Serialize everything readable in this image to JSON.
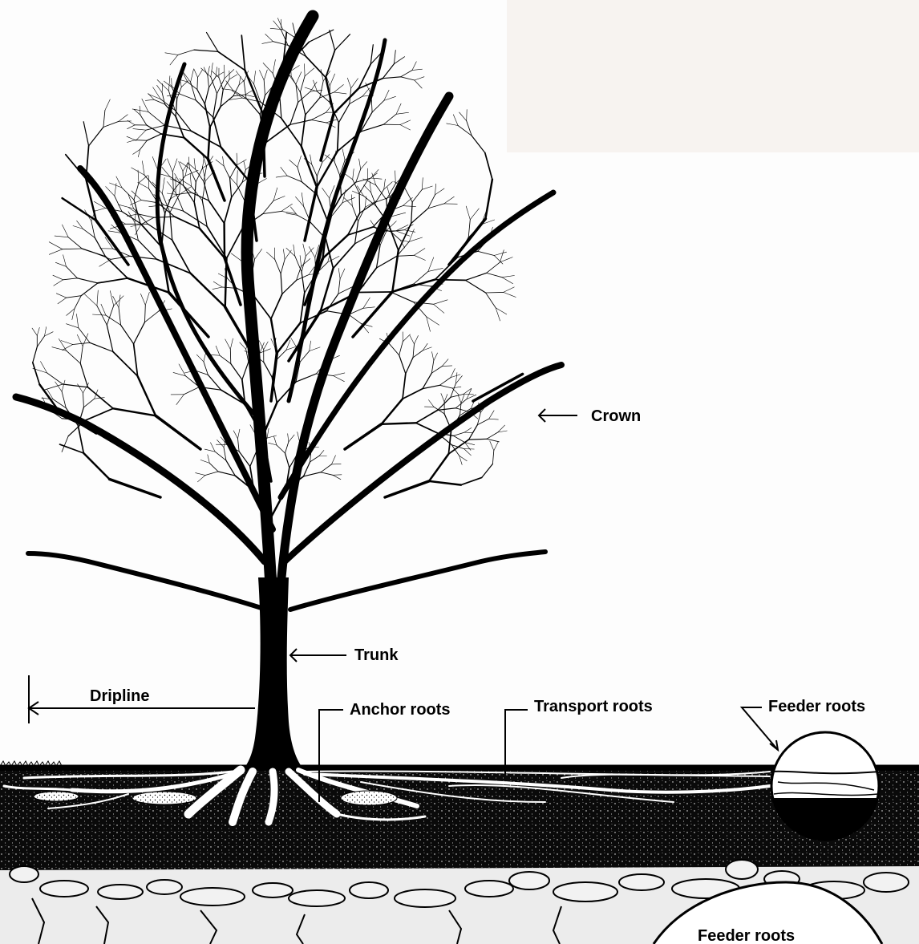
{
  "labels": {
    "crown": "Crown",
    "trunk": "Trunk",
    "dripline": "Dripline",
    "anchor_roots": "Anchor roots",
    "transport_roots": "Transport roots",
    "feeder_roots": "Feeder roots",
    "feeder_roots_detail": "Feeder roots"
  },
  "colors": {
    "ink": "#000000",
    "paper": "#ffffff",
    "soil": "#0a0a0a",
    "rock": "#ececec"
  }
}
